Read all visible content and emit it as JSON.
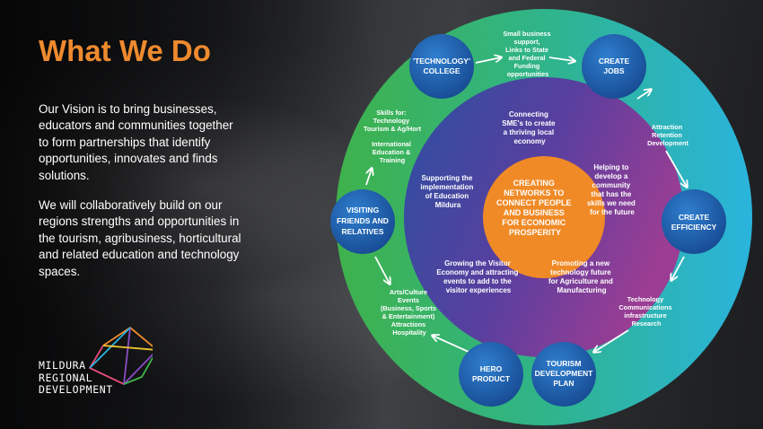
{
  "heading": "What We Do",
  "intro": {
    "vision": "Our Vision is to bring businesses, educators and communities together to form partnerships that identify opportunities, innovates and finds solutions.",
    "collaborate": "We will collaboratively build on our regions strengths and opportunities in the tourism, agribusiness, horticultural and related education and technology spaces."
  },
  "logo": {
    "lines": [
      "MILDURA",
      "REGIONAL",
      "DEVELOPMENT"
    ]
  },
  "center": {
    "lines": [
      "CREATING",
      "NETWORKS TO",
      "CONNECT PEOPLE",
      "AND BUSINESS",
      "FOR ECONOMIC",
      "PROSPERITY"
    ]
  },
  "nodes": [
    {
      "id": "technology-college",
      "lines": [
        "'TECHNOLOGY'",
        "COLLEGE"
      ]
    },
    {
      "id": "create-jobs",
      "lines": [
        "CREATE",
        "JOBS"
      ]
    },
    {
      "id": "create-efficiency",
      "lines": [
        "CREATE",
        "EFFICIENCY"
      ]
    },
    {
      "id": "tourism-development-plan",
      "lines": [
        "TOURISM",
        "DEVELOPMENT",
        "PLAN"
      ]
    },
    {
      "id": "hero-product",
      "lines": [
        "HERO",
        "PRODUCT"
      ]
    },
    {
      "id": "visiting-friends-relatives",
      "lines": [
        "VISITING",
        "FRIENDS AND",
        "RELATIVES"
      ]
    }
  ],
  "outer_notes": [
    {
      "id": "business-support",
      "lines": [
        "Small business",
        "support,",
        "Links to State",
        "and Federal",
        "Funding",
        "opportunities"
      ]
    },
    {
      "id": "attraction-retention",
      "lines": [
        "Attraction",
        "Retention",
        "Development"
      ]
    },
    {
      "id": "technology-communications",
      "lines": [
        "Technology",
        "Communications",
        "infrastructure",
        "Research"
      ]
    },
    {
      "id": "arts-culture",
      "lines": [
        "Arts/Culture",
        "Events",
        "(Business, Sports",
        "& Entertainment)",
        "Attractions",
        "Hospitality"
      ]
    },
    {
      "id": "skills-for",
      "lines": [
        "Skills for:",
        "Technology",
        "Tourism & Ag/Hort"
      ]
    },
    {
      "id": "international-education",
      "lines": [
        "International",
        "Education &",
        "Training"
      ]
    }
  ],
  "inner_notes": [
    {
      "id": "connecting-smes",
      "lines": [
        "Connecting",
        "SME's to create",
        "a thriving local",
        "economy"
      ]
    },
    {
      "id": "helping-community",
      "lines": [
        "Helping to",
        "develop a",
        "community",
        "that has the",
        "skills we need",
        "for the future"
      ]
    },
    {
      "id": "promoting-technology",
      "lines": [
        "Promoting a new",
        "technology future",
        "for Agriculture and",
        "Manufacturing"
      ]
    },
    {
      "id": "growing-visitor-economy",
      "lines": [
        "Growing the Visitor",
        "Economy and attracting",
        "events to add to the",
        "visitor experiences"
      ]
    },
    {
      "id": "supporting-education",
      "lines": [
        "Supporting the",
        "implementation",
        "of Education",
        "Mildura"
      ]
    }
  ],
  "colors": {
    "heading_orange": "#ee8a2e",
    "ring_green": "#3fb24b",
    "ring_teal": "#22b7c5",
    "ring_cyan": "#2ab4dd",
    "inner_purple": "#7a3d97",
    "inner_blue": "#2c4fa0",
    "center_orange": "#f08a26",
    "node_blue": "#1f5aa6"
  }
}
